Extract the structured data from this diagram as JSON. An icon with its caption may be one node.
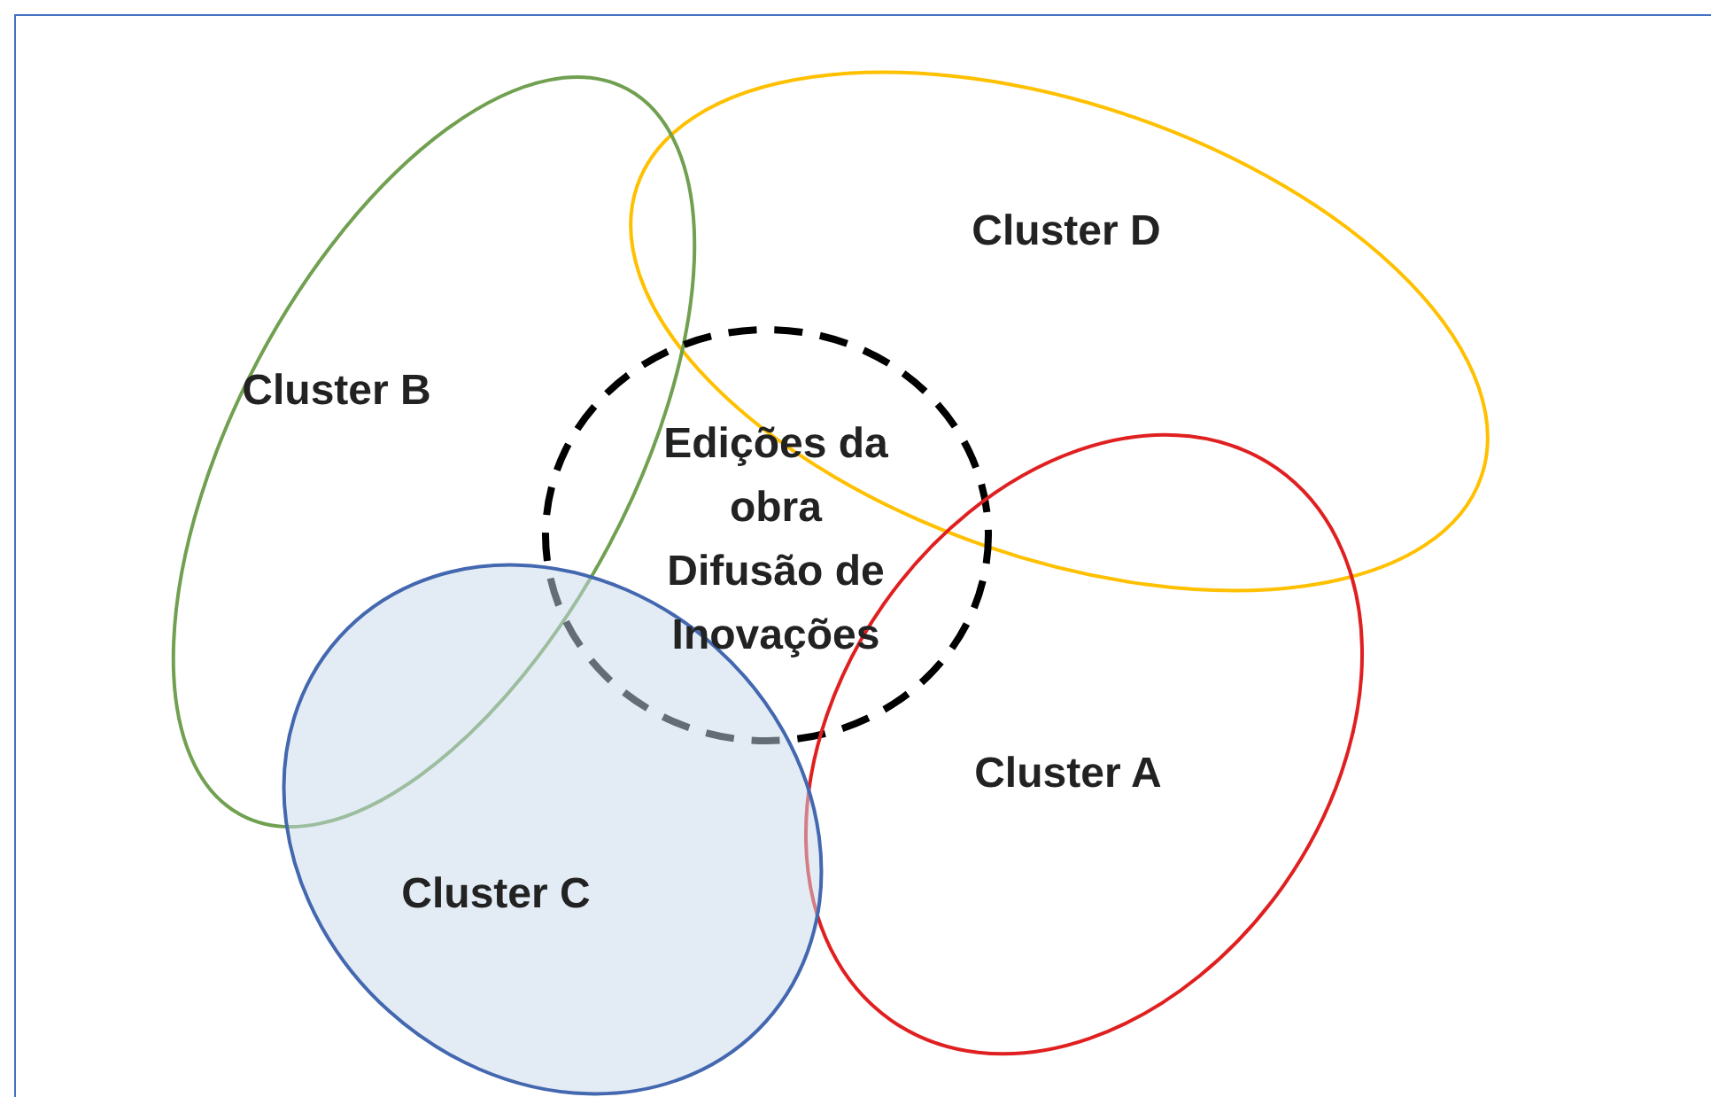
{
  "diagram": {
    "nodes": [
      {
        "text": [
          "Cluster D"
        ]
      },
      {
        "text": [
          "Cluster B"
        ]
      },
      {
        "text": [
          "Edições da obra Difusão de Inovações"
        ]
      },
      {
        "text": [
          "Cluster A"
        ]
      },
      {
        "text": [
          "Cluster C"
        ]
      }
    ]
  }
}
